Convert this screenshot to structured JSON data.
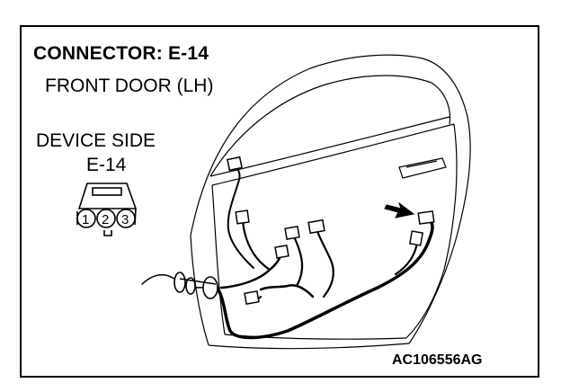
{
  "header": {
    "title": "CONNECTOR: E-14",
    "subtitle": "FRONT DOOR (LH)"
  },
  "connector": {
    "side_label": "DEVICE SIDE",
    "id_label": "E-14",
    "pins": [
      "1",
      "2",
      "3"
    ]
  },
  "footer": {
    "figure_code": "AC106556AG"
  },
  "icons": {
    "arrow": "arrow-pointer-icon"
  },
  "colors": {
    "line": "#000000",
    "background": "#ffffff"
  }
}
